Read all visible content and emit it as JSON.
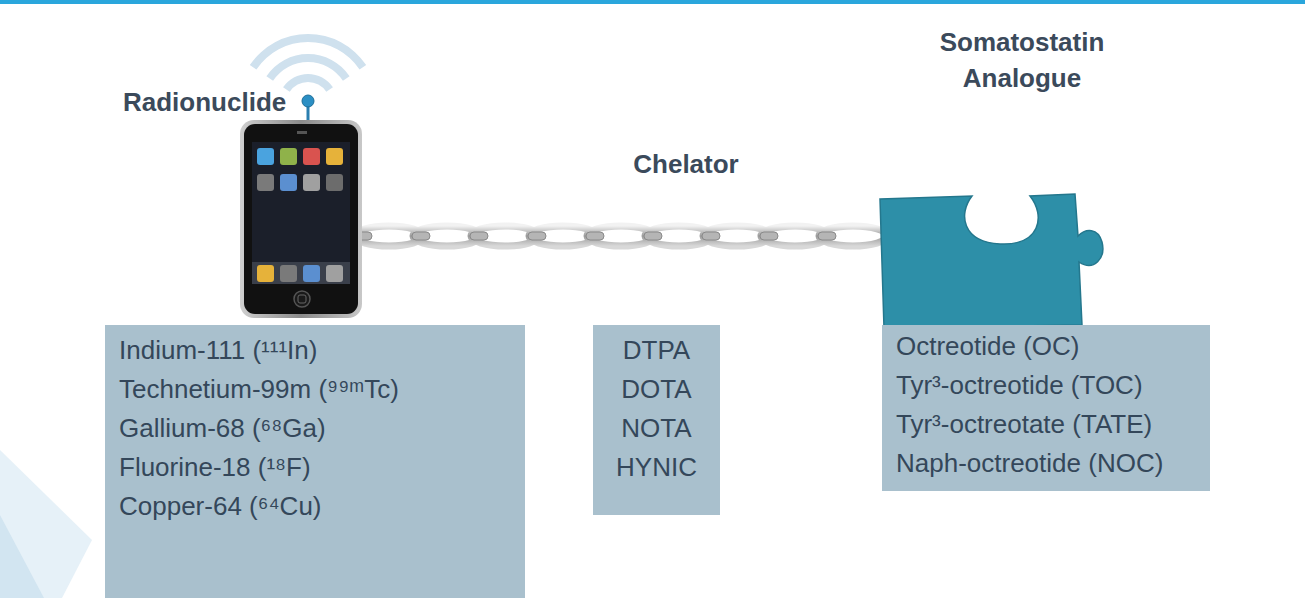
{
  "diagram": {
    "nodes": [
      {
        "text": [
          "Indium-111 (¹¹¹In)",
          "Technetium-99m (⁹⁹ᵐTc)",
          "Gallium-68 (⁶⁸Ga)",
          "Fluorine-18 (¹⁸F)",
          "Copper-64 (⁶⁴Cu)"
        ]
      },
      {
        "text": [
          "DTPA",
          "DOTA",
          "NOTA",
          "HYNIC"
        ]
      },
      {
        "text": [
          "Octreotide (OC)",
          "Tyr³-octreotide (TOC)",
          "Tyr³-octreotate (TATE)",
          "Naph-octreotide (NOC)"
        ]
      }
    ],
    "labels": [
      "Radionuclide",
      "Chelator",
      "Somatostatin Analogue"
    ]
  }
}
